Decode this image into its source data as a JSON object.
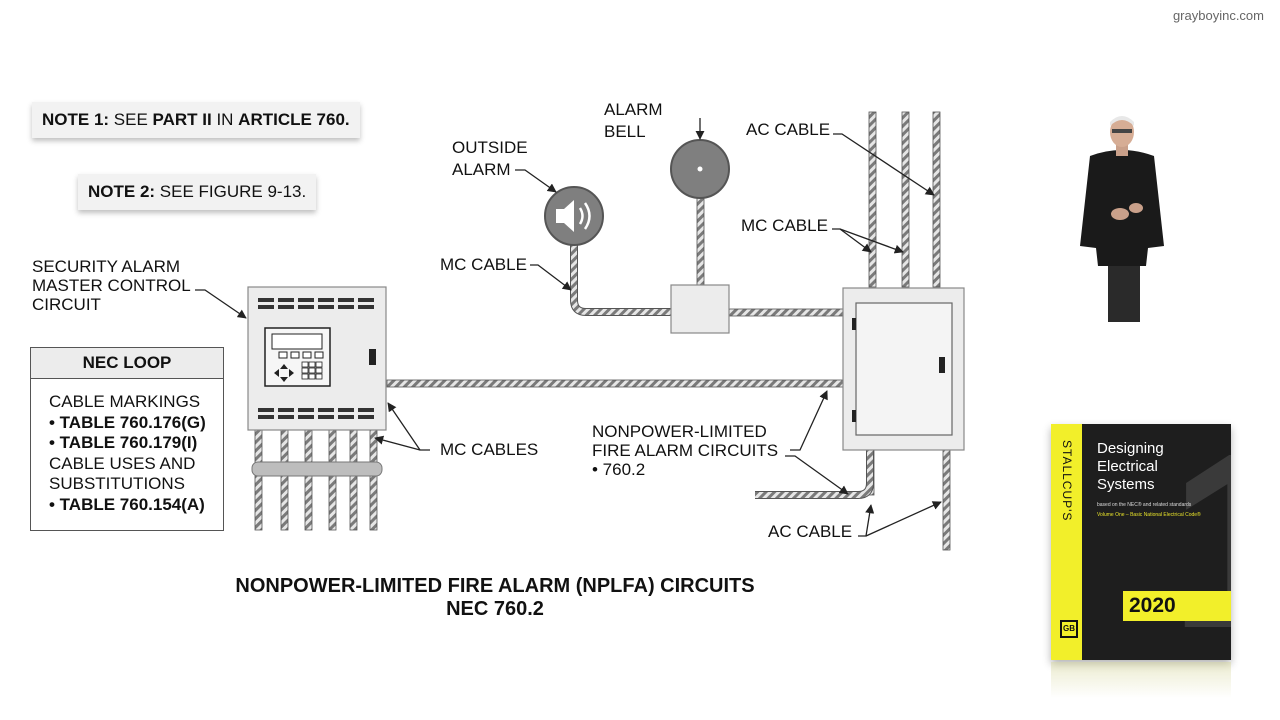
{
  "watermark": "grayboyinc.com",
  "notes": {
    "note1": {
      "lead": "NOTE 1:",
      "t1": " SEE ",
      "b1": "PART II",
      "t2": " IN ",
      "b2": "ARTICLE 760."
    },
    "note2": {
      "lead": "NOTE 2:",
      "t1": " SEE FIGURE 9-13."
    }
  },
  "labels": {
    "security_alarm": [
      "SECURITY ALARM",
      "MASTER CONTROL",
      "CIRCUIT"
    ],
    "outside_alarm": [
      "OUTSIDE",
      "ALARM"
    ],
    "alarm_bell": [
      "ALARM",
      "BELL"
    ],
    "ac_cable_top": "AC CABLE",
    "mc_cable_right": "MC CABLE",
    "mc_cable_left": "MC CABLE",
    "mc_cables": "MC CABLES",
    "nplfa": [
      "NONPOWER-LIMITED",
      "FIRE ALARM CIRCUITS",
      "• 760.2"
    ],
    "ac_cable_bottom": "AC CABLE"
  },
  "nec_loop": {
    "title": "NEC LOOP",
    "lines": [
      {
        "text": "CABLE MARKINGS",
        "bold": false
      },
      {
        "text": "• TABLE 760.176(G)",
        "bold": true
      },
      {
        "text": "• TABLE 760.179(I)",
        "bold": true
      },
      {
        "text": "CABLE USES AND",
        "bold": false
      },
      {
        "text": "SUBSTITUTIONS",
        "bold": false
      },
      {
        "text": "• TABLE 760.154(A)",
        "bold": true
      }
    ]
  },
  "caption": {
    "line1": "NONPOWER-LIMITED FIRE ALARM (NPLFA) CIRCUITS",
    "line2": "NEC 760.2"
  },
  "book": {
    "spine": "STALLCUP'S",
    "title": [
      "Designing",
      "Electrical",
      "Systems"
    ],
    "subtitle": "based on the NEC® and related standards",
    "volume": "Volume One – Basic National Electrical Code®",
    "year": "2020",
    "logo": "GB"
  },
  "colors": {
    "cable": "#8a8a8a",
    "panel": "#ececec",
    "spine": "#f2ef2a",
    "cover": "#1e1e1e"
  }
}
